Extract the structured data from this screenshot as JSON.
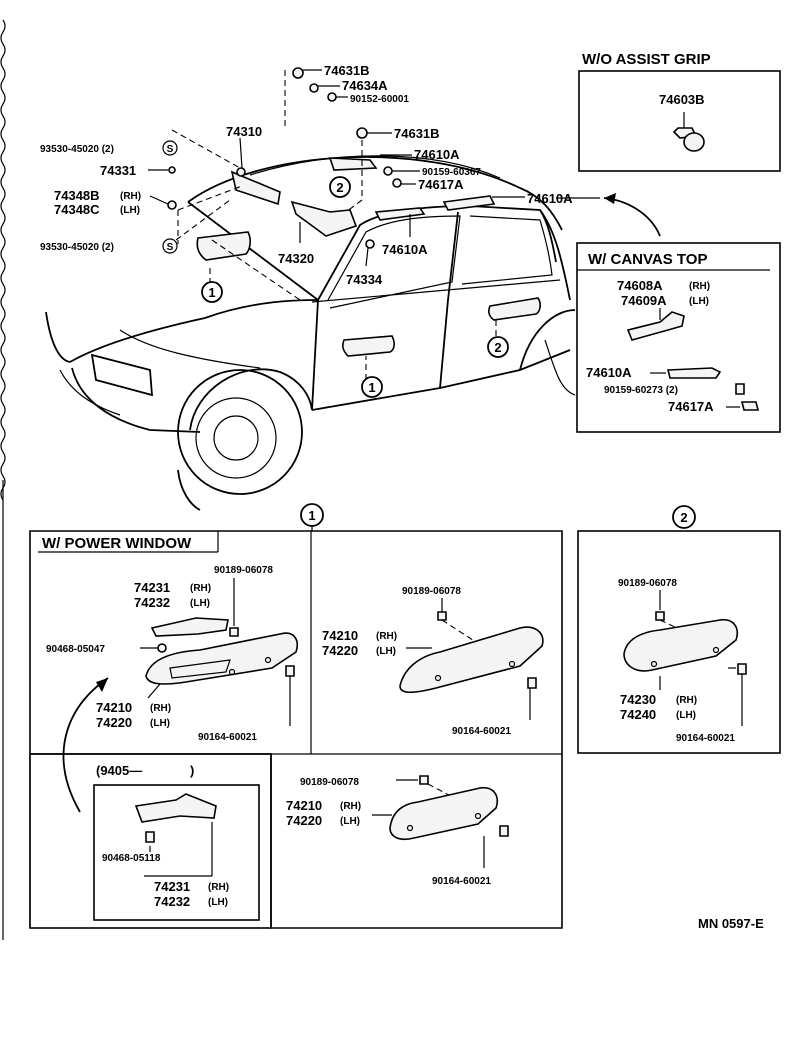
{
  "callouts": {
    "one": "1",
    "two": "2"
  },
  "top_labels": {
    "p74631B_a": "74631B",
    "p74634A": "74634A",
    "p90152": "90152-60001",
    "p74310": "74310",
    "p93530_a": "93530-45020 (2)",
    "p74331": "74331",
    "p74348B": "74348B",
    "rh": "(RH)",
    "p74348C": "74348C",
    "lh": "(LH)",
    "p93530_b": "93530-45020 (2)",
    "p74631B_b": "74631B",
    "p74610A_a": "74610A",
    "p90159_a": "90159-60367",
    "p74617A_a": "74617A",
    "p74610A_b": "74610A",
    "p74610A_c": "74610A",
    "p74320": "74320",
    "p74334": "74334"
  },
  "assist_box": {
    "title": "W/O ASSIST GRIP",
    "part": "74603B"
  },
  "canvas_box": {
    "title": "W/ CANVAS  TOP",
    "p74608A": "74608A",
    "p74609A": "74609A",
    "rh": "(RH)",
    "lh": "(LH)",
    "p74610A": "74610A",
    "p90159": "90159-60273 (2)",
    "p74617A": "74617A"
  },
  "pw_box": {
    "title": "W/ POWER WINDOW",
    "p90189": "90189-06078",
    "p74231": "74231",
    "p74232": "74232",
    "p90468": "90468-05047",
    "p74210": "74210",
    "p74220": "74220",
    "p90164": "90164-60021",
    "rh": "(RH)",
    "lh": "(LH)"
  },
  "sub_box": {
    "title_left": "(9405—",
    "title_right": ")",
    "p90468": "90468-05118",
    "p74231": "74231",
    "p74232": "74232",
    "rh": "(RH)",
    "lh": "(LH)"
  },
  "mid_box": {
    "p90189": "90189-06078",
    "p74210": "74210",
    "p74220": "74220",
    "p90164": "90164-60021",
    "rh": "(RH)",
    "lh": "(LH)"
  },
  "low_box": {
    "p90189": "90189-06078",
    "p74210": "74210",
    "p74220": "74220",
    "p90164": "90164-60021",
    "rh": "(RH)",
    "lh": "(LH)"
  },
  "right_box": {
    "p90189": "90189-06078",
    "p74230": "74230",
    "p74240": "74240",
    "p90164": "90164-60021",
    "rh": "(RH)",
    "lh": "(LH)"
  },
  "footer": {
    "code": "MN 0597-E"
  }
}
